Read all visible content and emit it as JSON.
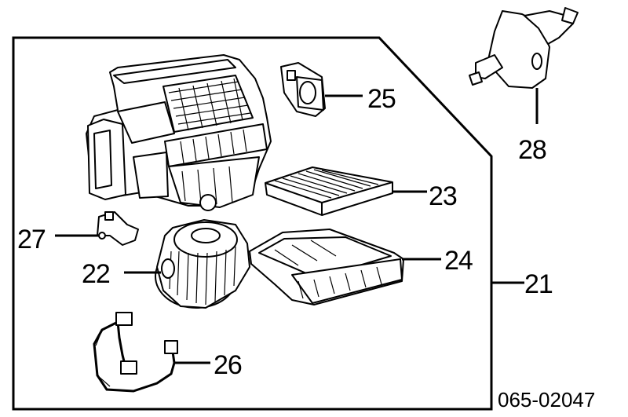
{
  "diagram": {
    "callouts": [
      {
        "id": "21",
        "label": "21"
      },
      {
        "id": "22",
        "label": "22"
      },
      {
        "id": "23",
        "label": "23"
      },
      {
        "id": "24",
        "label": "24"
      },
      {
        "id": "25",
        "label": "25"
      },
      {
        "id": "26",
        "label": "26"
      },
      {
        "id": "27",
        "label": "27"
      },
      {
        "id": "28",
        "label": "28"
      }
    ],
    "diagram_code": "065-02047"
  }
}
